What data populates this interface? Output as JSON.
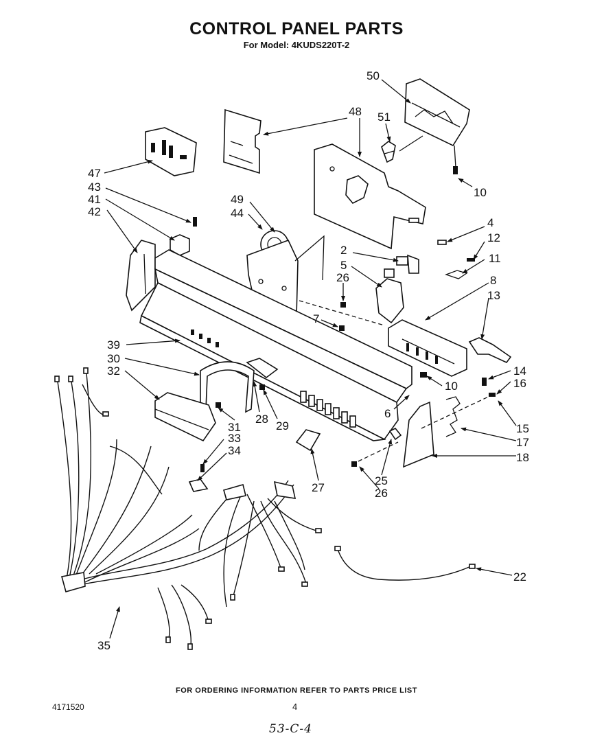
{
  "title": "CONTROL PANEL PARTS",
  "subtitle": "For Model: 4KUDS220T-2",
  "footer": {
    "ordering_note": "FOR ORDERING INFORMATION REFER TO PARTS PRICE LIST",
    "document_number": "4171520",
    "page_number": "4",
    "handwritten_code": "53-C-4"
  },
  "callouts": {
    "c50": "50",
    "c48": "48",
    "c51": "51",
    "c10a": "10",
    "c47": "47",
    "c43": "43",
    "c41": "41",
    "c42": "42",
    "c49": "49",
    "c44": "44",
    "c4": "4",
    "c2": "2",
    "c12": "12",
    "c11": "11",
    "c5": "5",
    "c26a": "26",
    "c8": "8",
    "c13": "13",
    "c7": "7",
    "c39": "39",
    "c30": "30",
    "c32": "32",
    "c10b": "10",
    "c14": "14",
    "c16": "16",
    "c6": "6",
    "c28": "28",
    "c29": "29",
    "c31": "31",
    "c33": "33",
    "c34": "34",
    "c15": "15",
    "c17": "17",
    "c18": "18",
    "c27": "27",
    "c25": "25",
    "c26b": "26",
    "c22": "22",
    "c35": "35"
  }
}
